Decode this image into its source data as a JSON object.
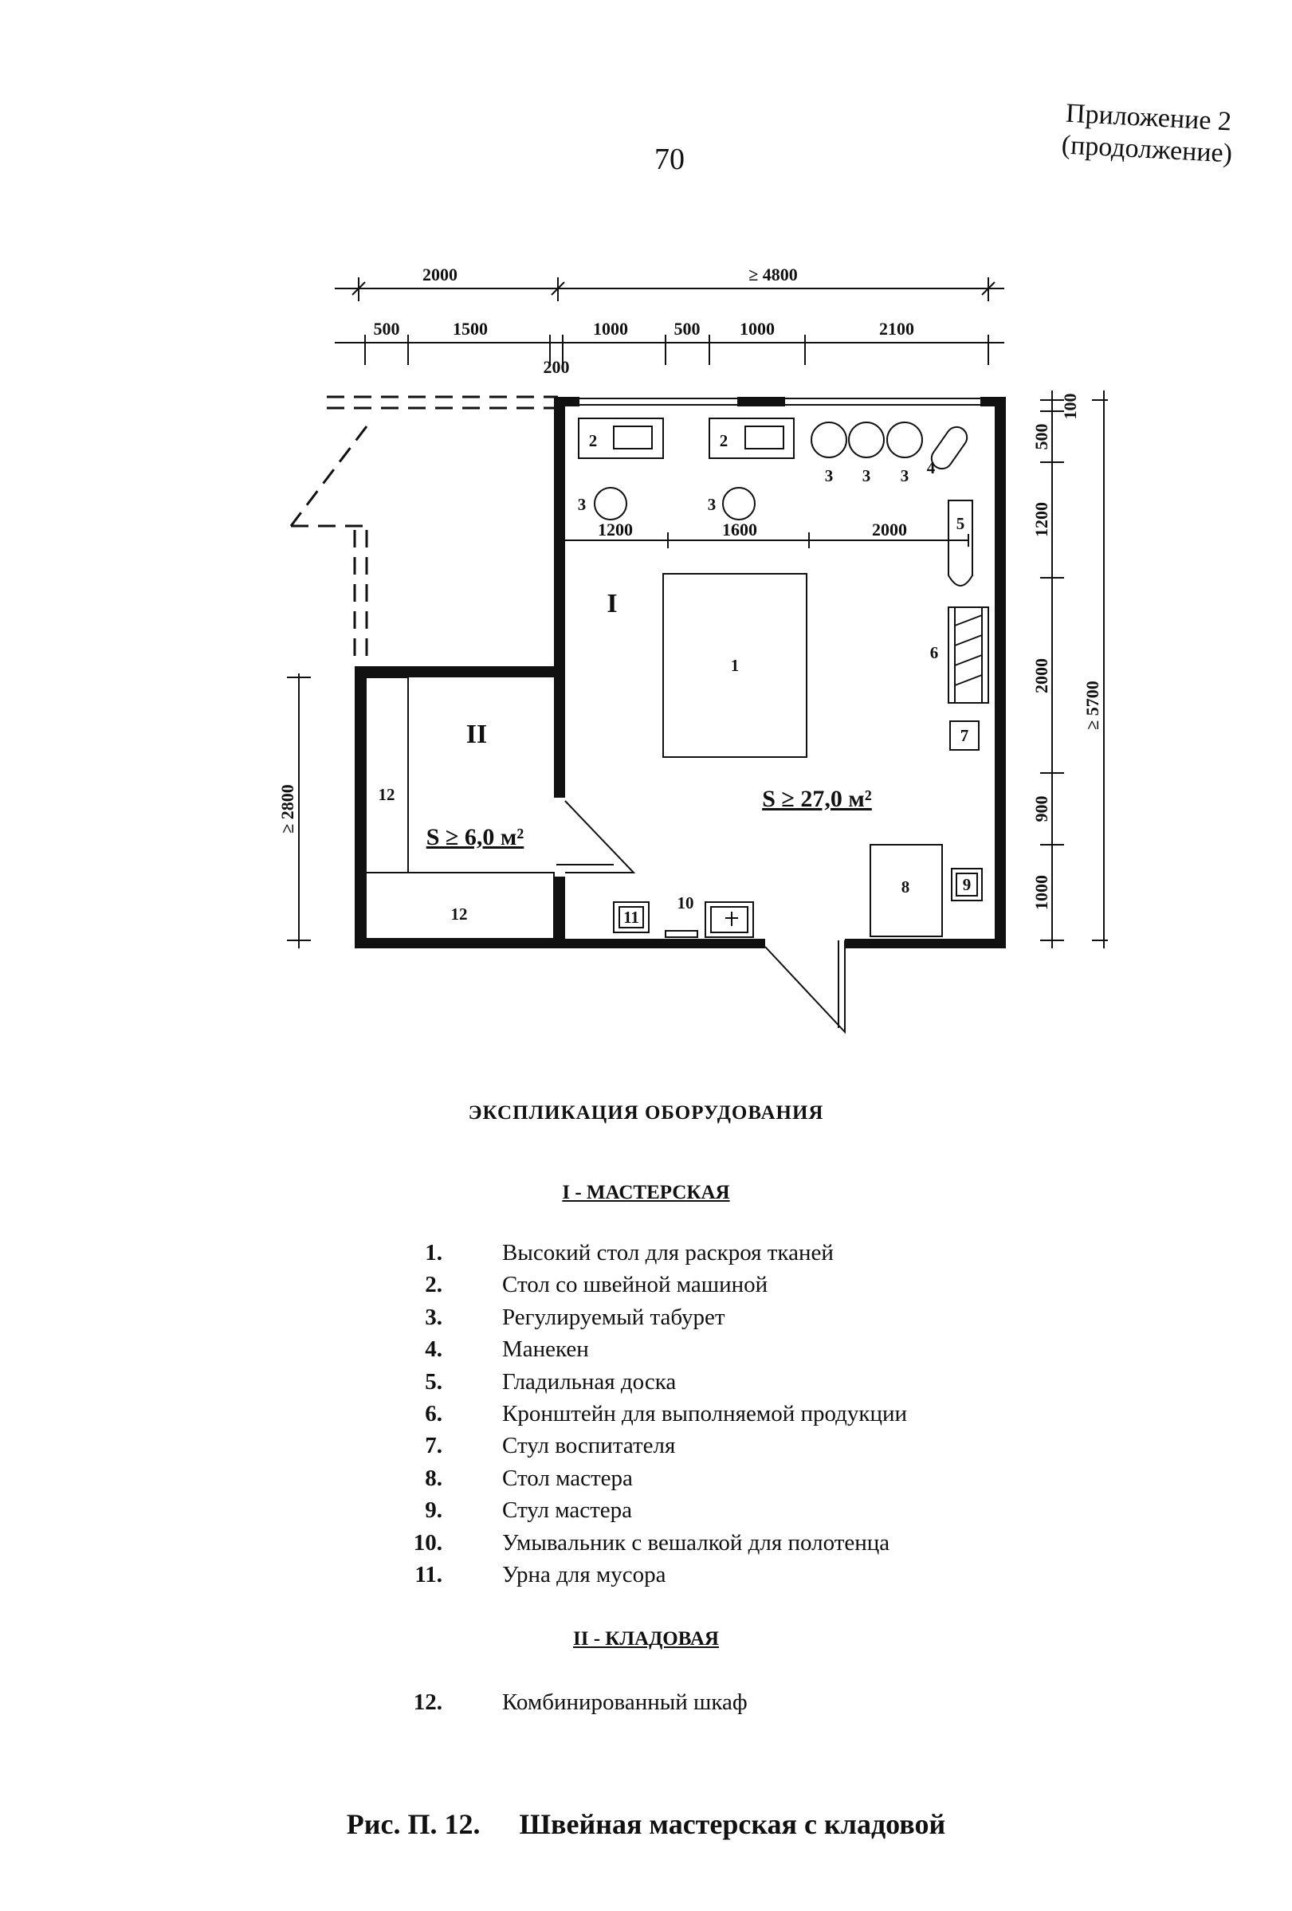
{
  "page_number": "70",
  "appendix": {
    "line1": "Приложение 2",
    "line2": "(продолжение)"
  },
  "plan": {
    "dimensions": {
      "top_row_1": [
        "2000",
        "≥ 4800"
      ],
      "top_row_2": [
        "500",
        "1500",
        "1000",
        "500",
        "1000",
        "2100"
      ],
      "top_row_2_extra": "200",
      "inner_row": [
        "1200",
        "1600",
        "2000"
      ],
      "right_vertical": [
        "100",
        "500",
        "1200",
        "2000",
        "900",
        "1000"
      ],
      "right_total": "≥ 5700",
      "left_total": "≥ 2800"
    },
    "rooms": {
      "workshop": {
        "label": "I",
        "area": "S ≥ 27,0 м²"
      },
      "storage": {
        "label": "II",
        "area": "S ≥ 6,0 м²"
      }
    },
    "equipment_labels": [
      "1",
      "2",
      "2",
      "3",
      "3",
      "3",
      "3",
      "3",
      "4",
      "5",
      "6",
      "7",
      "8",
      "9",
      "10",
      "11",
      "12",
      "12"
    ]
  },
  "explication": {
    "title": "ЭКСПЛИКАЦИЯ ОБОРУДОВАНИЯ",
    "section1": {
      "heading": "I - МАСТЕРСКАЯ",
      "items": [
        {
          "n": "1.",
          "text": "Высокий стол для раскроя тканей"
        },
        {
          "n": "2.",
          "text": "Стол со швейной машиной"
        },
        {
          "n": "3.",
          "text": "Регулируемый табурет"
        },
        {
          "n": "4.",
          "text": "Манекен"
        },
        {
          "n": "5.",
          "text": "Гладильная доска"
        },
        {
          "n": "6.",
          "text": "Кронштейн для выполняемой продукции"
        },
        {
          "n": "7.",
          "text": "Стул воспитателя"
        },
        {
          "n": "8.",
          "text": "Стол мастера"
        },
        {
          "n": "9.",
          "text": "Стул мастера"
        },
        {
          "n": "10.",
          "text": "Умывальник с вешалкой для полотенца"
        },
        {
          "n": "11.",
          "text": "Урна для мусора"
        }
      ]
    },
    "section2": {
      "heading": "II - КЛАДОВАЯ",
      "items": [
        {
          "n": "12.",
          "text": "Комбинированный шкаф"
        }
      ]
    }
  },
  "caption": {
    "label": "Рис. П. 12.",
    "title": "Швейная мастерская с кладовой"
  }
}
